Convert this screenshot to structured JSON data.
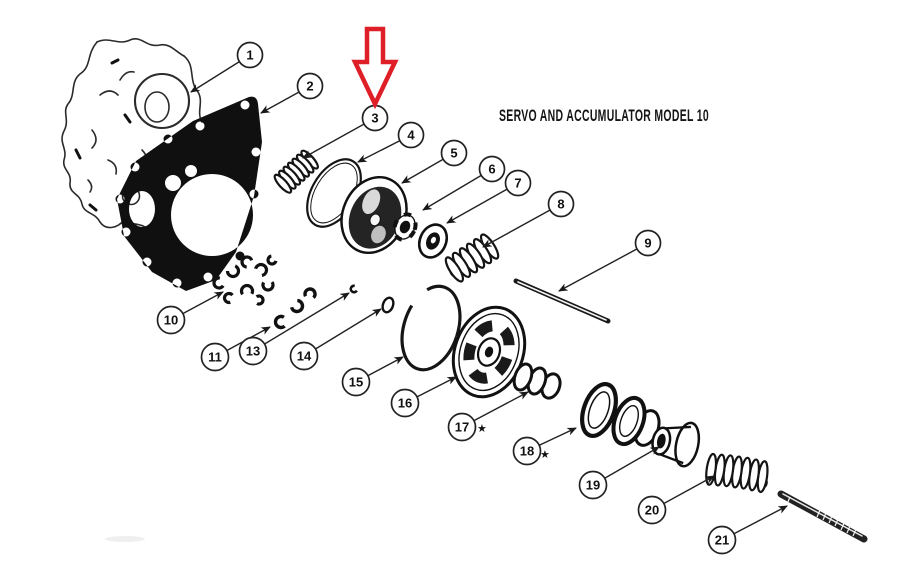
{
  "title": "SERVO AND ACCUMULATOR MODEL 10",
  "figure": {
    "type": "exploded-parts-diagram",
    "background": "#ffffff",
    "ink_color": "#1c1c1c"
  },
  "annotation_arrow": {
    "color": "#df1f28",
    "direction": "down",
    "points_to_callout": "3"
  },
  "callouts": [
    {
      "label": "1"
    },
    {
      "label": "2"
    },
    {
      "label": "3"
    },
    {
      "label": "4"
    },
    {
      "label": "5"
    },
    {
      "label": "6"
    },
    {
      "label": "7"
    },
    {
      "label": "8"
    },
    {
      "label": "9"
    },
    {
      "label": "10"
    },
    {
      "label": "11"
    },
    {
      "label": "13"
    },
    {
      "label": "14"
    },
    {
      "label": "15"
    },
    {
      "label": "16"
    },
    {
      "label": "17",
      "star": "★"
    },
    {
      "label": "18",
      "star": "★"
    },
    {
      "label": "19"
    },
    {
      "label": "20"
    },
    {
      "label": "21"
    }
  ]
}
